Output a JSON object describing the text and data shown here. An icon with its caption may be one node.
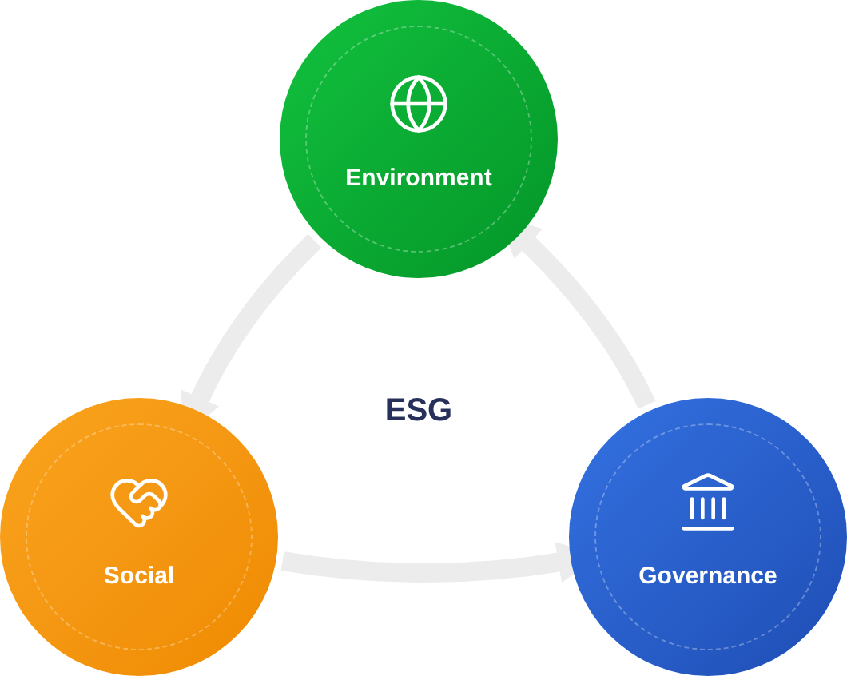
{
  "diagram": {
    "nodes": [
      {
        "text": [
          "Environment"
        ]
      },
      {
        "text": [
          "Social"
        ]
      },
      {
        "text": [
          "Governance"
        ]
      }
    ],
    "edges": [
      {
        "from": 0,
        "to": 1,
        "arrow": "to"
      },
      {
        "from": 1,
        "to": 2,
        "arrow": "to"
      },
      {
        "from": 2,
        "to": 0,
        "arrow": "to"
      }
    ],
    "labels": [
      "ESG"
    ]
  }
}
